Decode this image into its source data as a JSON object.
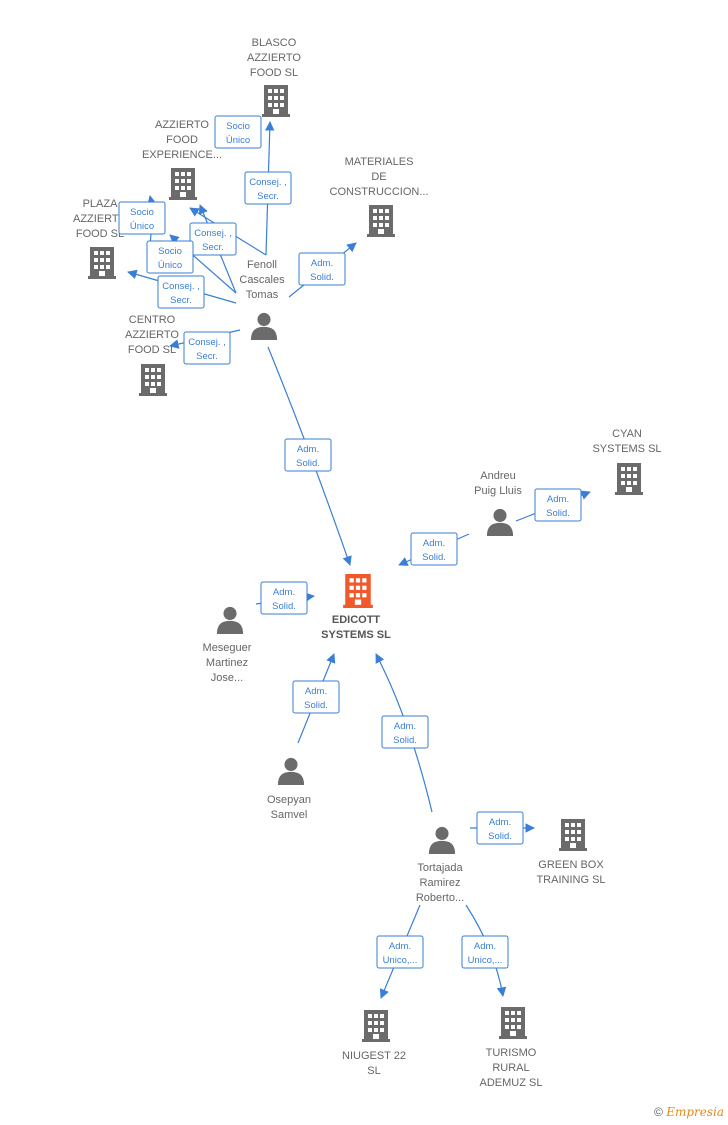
{
  "nodes": [
    {
      "id": "blasco",
      "kind": "company",
      "lines": [
        "BLASCO",
        "AZZIERTO",
        "FOOD  SL"
      ]
    },
    {
      "id": "azz_exp",
      "kind": "company",
      "lines": [
        "AZZIERTO",
        "FOOD",
        "EXPERIENCE..."
      ]
    },
    {
      "id": "materiales",
      "kind": "company",
      "lines": [
        "MATERIALES",
        "DE",
        "CONSTRUCCION..."
      ]
    },
    {
      "id": "plaza",
      "kind": "company",
      "lines": [
        "PLAZA",
        "AZZIERTO",
        "FOOD  SL"
      ]
    },
    {
      "id": "centro",
      "kind": "company",
      "lines": [
        "CENTRO",
        "AZZIERTO",
        "FOOD  SL"
      ]
    },
    {
      "id": "fenoll",
      "kind": "person",
      "lines": [
        "Fenoll",
        "Cascales",
        "Tomas"
      ]
    },
    {
      "id": "cyan",
      "kind": "company",
      "lines": [
        "CYAN",
        "SYSTEMS  SL"
      ]
    },
    {
      "id": "andreu",
      "kind": "person",
      "lines": [
        "Andreu",
        "Puig Lluis"
      ]
    },
    {
      "id": "edicott",
      "kind": "main",
      "lines": [
        "EDICOTT",
        "SYSTEMS  SL"
      ]
    },
    {
      "id": "meseguer",
      "kind": "person",
      "lines": [
        "Meseguer",
        "Martinez",
        "Jose..."
      ]
    },
    {
      "id": "osepyan",
      "kind": "person",
      "lines": [
        "Osepyan",
        "Samvel"
      ]
    },
    {
      "id": "tortajada",
      "kind": "person",
      "lines": [
        "Tortajada",
        "Ramirez",
        "Roberto..."
      ]
    },
    {
      "id": "greenbox",
      "kind": "company",
      "lines": [
        "GREEN BOX",
        "TRAINING  SL"
      ]
    },
    {
      "id": "niugest",
      "kind": "company",
      "lines": [
        "NIUGEST 22",
        "SL"
      ]
    },
    {
      "id": "turismo",
      "kind": "company",
      "lines": [
        "TURISMO",
        "RURAL",
        "ADEMUZ  SL"
      ]
    }
  ],
  "relations": [
    {
      "id": "r1",
      "lines": [
        "Socio",
        "Único"
      ]
    },
    {
      "id": "r2",
      "lines": [
        "Consej. ,",
        "Secr."
      ]
    },
    {
      "id": "r3",
      "lines": [
        "Socio",
        "Único"
      ]
    },
    {
      "id": "r4",
      "lines": [
        "Consej. ,",
        "Secr."
      ]
    },
    {
      "id": "r5",
      "lines": [
        "Socio",
        "Único"
      ]
    },
    {
      "id": "r6",
      "lines": [
        "Consej. ,",
        "Secr."
      ]
    },
    {
      "id": "r7",
      "lines": [
        "Consej. ,",
        "Secr."
      ]
    },
    {
      "id": "r8",
      "lines": [
        "Adm.",
        "Solid."
      ]
    },
    {
      "id": "r9",
      "lines": [
        "Adm.",
        "Solid."
      ]
    },
    {
      "id": "r10",
      "lines": [
        "Adm.",
        "Solid."
      ]
    },
    {
      "id": "r11",
      "lines": [
        "Adm.",
        "Solid."
      ]
    },
    {
      "id": "r12",
      "lines": [
        "Adm.",
        "Solid."
      ]
    },
    {
      "id": "r13",
      "lines": [
        "Adm.",
        "Solid."
      ]
    },
    {
      "id": "r14",
      "lines": [
        "Adm.",
        "Solid."
      ]
    },
    {
      "id": "r15",
      "lines": [
        "Adm.",
        "Solid."
      ]
    },
    {
      "id": "r16",
      "lines": [
        "Adm.",
        "Unico,..."
      ]
    },
    {
      "id": "r17",
      "lines": [
        "Adm.",
        "Unico,..."
      ]
    }
  ],
  "colors": {
    "edge": "#3a7fd5",
    "company": "#6b6b6b",
    "main": "#f0592a",
    "person": "#6b6b6b"
  },
  "footer": {
    "symbol": "©",
    "brand": "Empresia"
  }
}
